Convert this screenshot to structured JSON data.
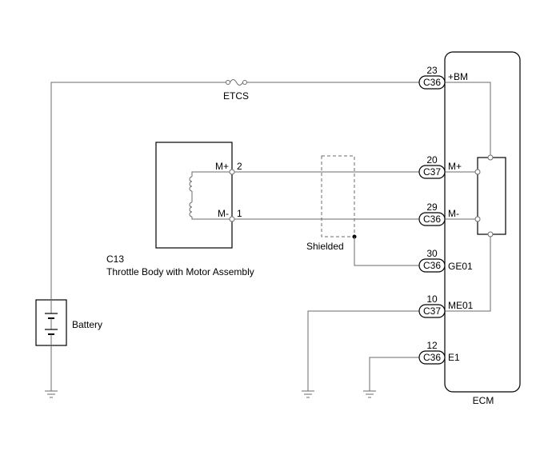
{
  "ecm": {
    "label": "ECM"
  },
  "battery": {
    "label": "Battery"
  },
  "fuse": {
    "label": "ETCS"
  },
  "throttle_body": {
    "code": "C13",
    "name": "Throttle Body with Motor Assembly",
    "pins": [
      {
        "terminal": "M+",
        "number": "2"
      },
      {
        "terminal": "M-",
        "number": "1"
      }
    ]
  },
  "shield": {
    "label": "Shielded"
  },
  "ecm_pins": [
    {
      "number": "23",
      "connector": "C36",
      "terminal": "+BM"
    },
    {
      "number": "20",
      "connector": "C37",
      "terminal": "M+"
    },
    {
      "number": "29",
      "connector": "C36",
      "terminal": "M-"
    },
    {
      "number": "30",
      "connector": "C36",
      "terminal": "GE01"
    },
    {
      "number": "10",
      "connector": "C37",
      "terminal": "ME01"
    },
    {
      "number": "12",
      "connector": "C36",
      "terminal": "E1"
    }
  ]
}
